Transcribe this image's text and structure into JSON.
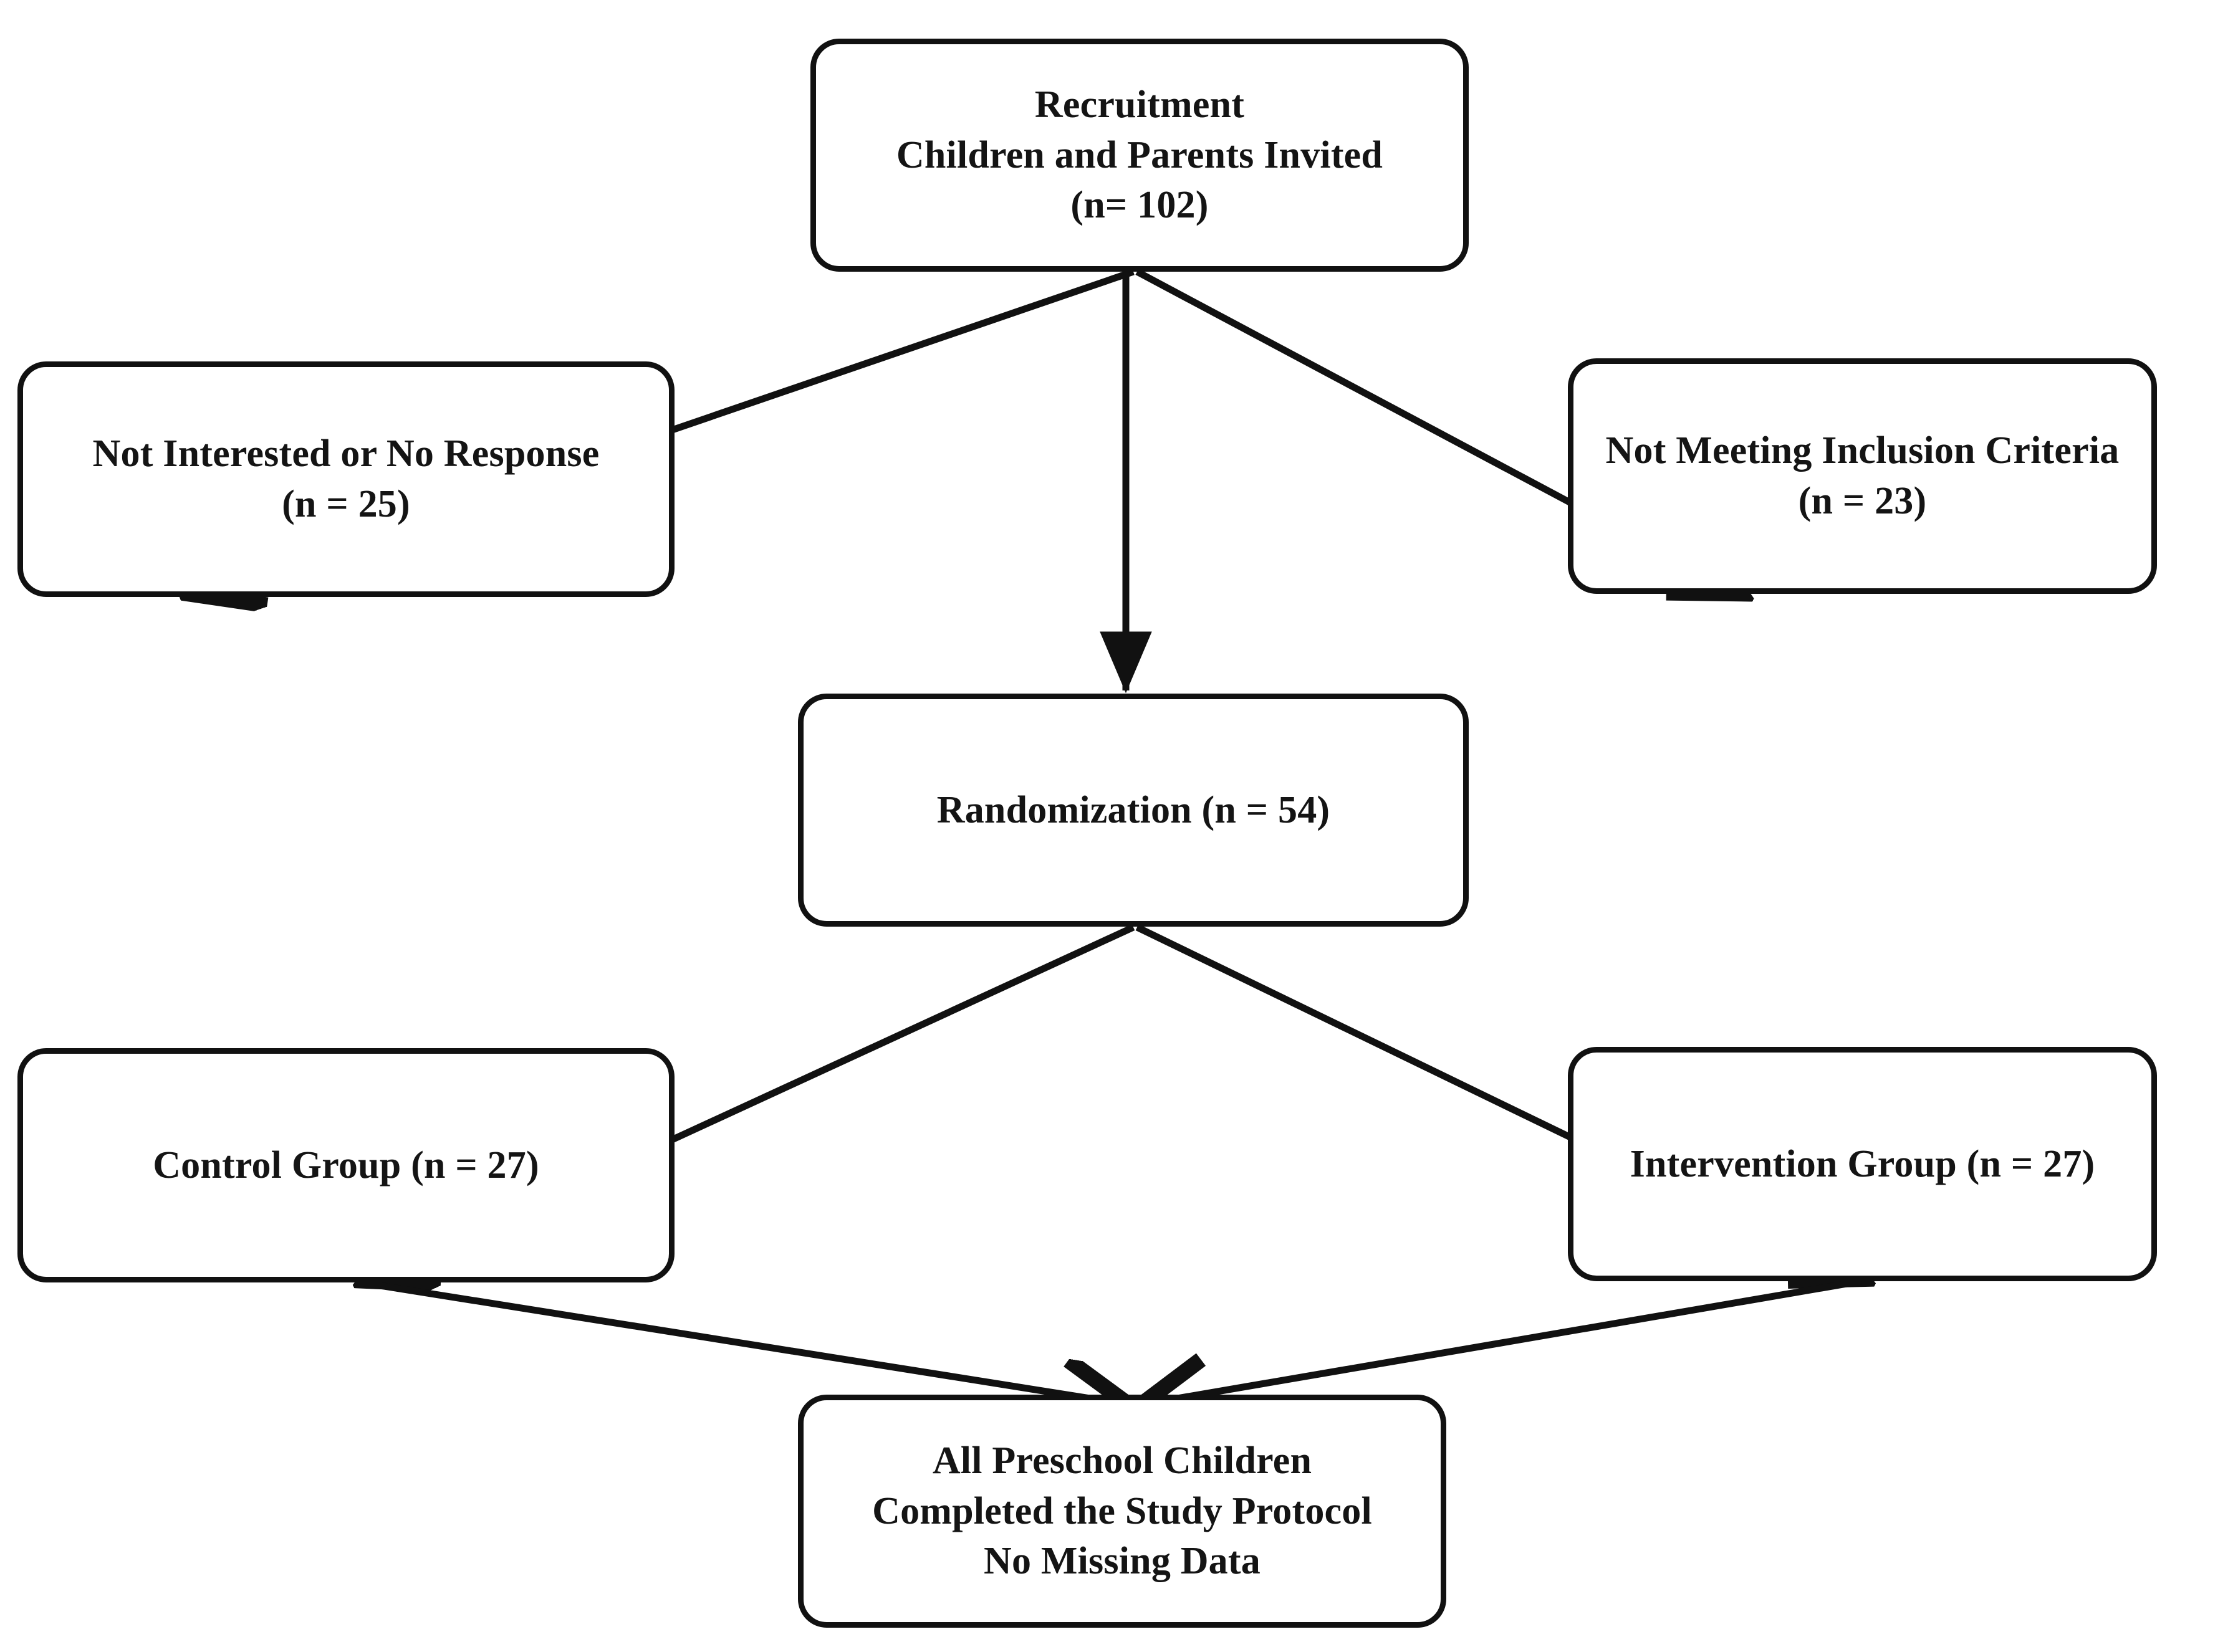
{
  "diagram": {
    "title": "CONSORT participant flow diagram",
    "background_color": "#ffffff",
    "line_color": "#111111",
    "text_color": "#141414"
  },
  "nodes": {
    "recruitment": {
      "label": "Recruitment\nChildren and Parents Invited\n(n= 102)",
      "line1": "Recruitment",
      "line2": "Children and Parents Invited",
      "line3": "(n= 102)",
      "n": 102
    },
    "not_interested": {
      "label": "Not Interested or No Response\n(n = 25)",
      "line1": "Not Interested or No Response",
      "line2": "(n = 25)",
      "n": 25
    },
    "not_meeting": {
      "label": "Not Meeting Inclusion Criteria\n(n = 23)",
      "line1": "Not Meeting Inclusion Criteria",
      "line2": "(n = 23)",
      "n": 23
    },
    "randomization": {
      "label": "Randomization (n = 54)",
      "n": 54
    },
    "control": {
      "label": "Control Group (n = 27)",
      "n": 27
    },
    "intervention": {
      "label": "Intervention Group (n = 27)",
      "n": 27
    },
    "completed": {
      "label": "All Preschool Children\nCompleted the Study Protocol\nNo Missing Data",
      "line1": "All Preschool Children",
      "line2": "Completed the Study Protocol",
      "line3": "No Missing Data"
    }
  },
  "edges": [
    {
      "id": "recruitment-to-not-interested",
      "from": "recruitment",
      "to": "not_interested",
      "style": "diagonal-arrow"
    },
    {
      "id": "recruitment-to-not-meeting",
      "from": "recruitment",
      "to": "not_meeting",
      "style": "diagonal-arrow"
    },
    {
      "id": "recruitment-to-randomization",
      "from": "recruitment",
      "to": "randomization",
      "style": "vertical-arrow"
    },
    {
      "id": "randomization-to-control",
      "from": "randomization",
      "to": "control",
      "style": "diagonal-arrow"
    },
    {
      "id": "randomization-to-intervention",
      "from": "randomization",
      "to": "intervention",
      "style": "diagonal-arrow"
    },
    {
      "id": "control-to-completed",
      "from": "control",
      "to": "completed",
      "style": "diagonal-arrow"
    },
    {
      "id": "intervention-to-completed",
      "from": "intervention",
      "to": "completed",
      "style": "diagonal-arrow"
    }
  ]
}
